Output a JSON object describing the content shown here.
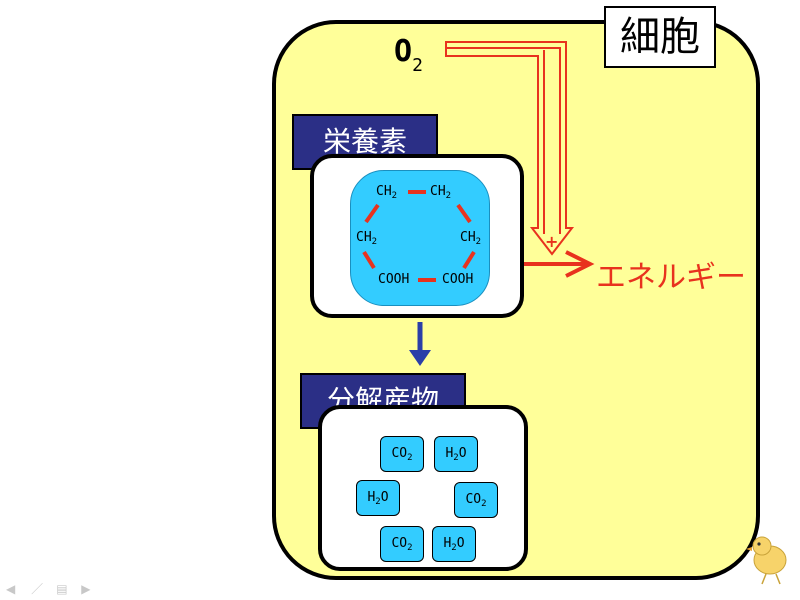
{
  "cell_title": "細胞",
  "oxygen": {
    "main": "O",
    "sub": "2"
  },
  "nutrient": {
    "label": "栄養素",
    "molecule": [
      {
        "main": "CH",
        "sub": "2"
      },
      {
        "main": "CH",
        "sub": "2"
      },
      {
        "main": "CH",
        "sub": "2"
      },
      {
        "main": "CH",
        "sub": "2"
      },
      {
        "main": "COOH",
        "sub": ""
      },
      {
        "main": "COOH",
        "sub": ""
      }
    ]
  },
  "plus_sign": "+",
  "energy_label": "エネルギー",
  "products": {
    "label": "分解産物",
    "items": [
      {
        "main": "CO",
        "sub": "2",
        "tail": ""
      },
      {
        "main": "H",
        "sub": "2",
        "tail": "O"
      },
      {
        "main": "H",
        "sub": "2",
        "tail": "O"
      },
      {
        "main": "CO",
        "sub": "2",
        "tail": ""
      },
      {
        "main": "CO",
        "sub": "2",
        "tail": ""
      },
      {
        "main": "H",
        "sub": "2",
        "tail": "O"
      }
    ]
  },
  "colors": {
    "cell": "#ffff99",
    "label_bg": "#2b2f86",
    "molecule": "#33ccff",
    "energy": "#e8321e",
    "bond": "#e8321e"
  }
}
